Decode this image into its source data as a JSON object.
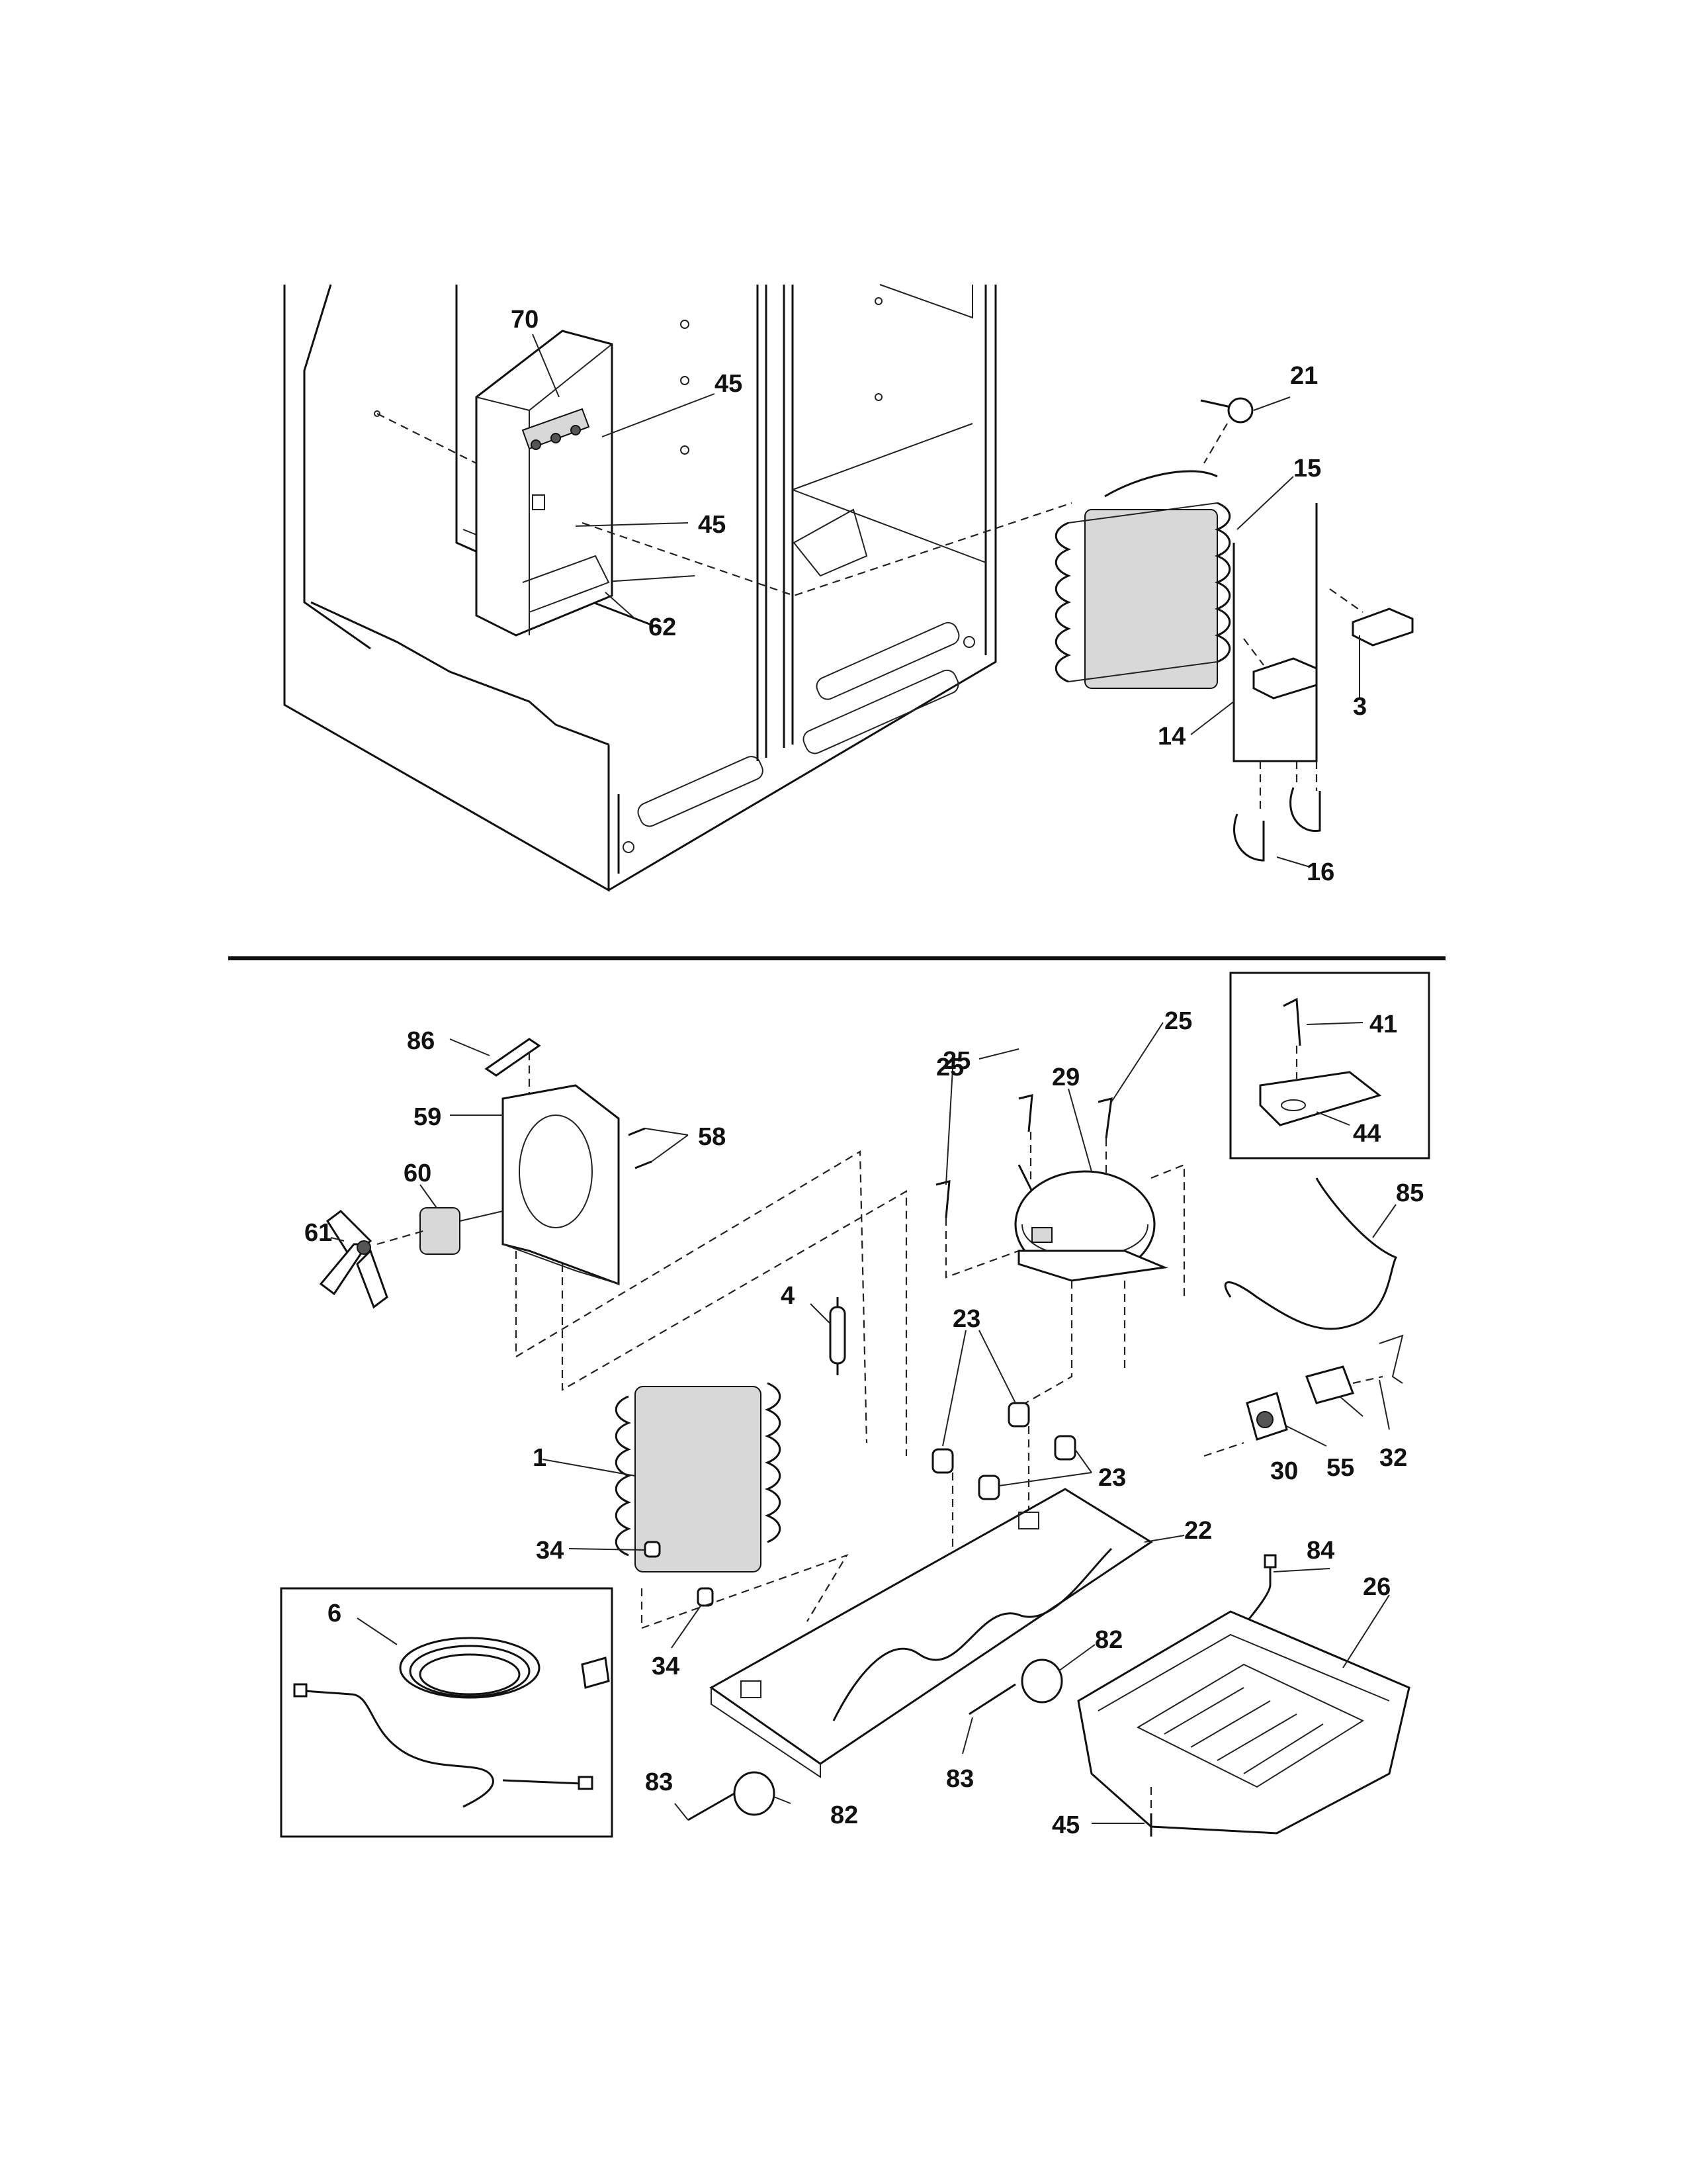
{
  "colors": {
    "ink": "#111111",
    "paper": "#ffffff"
  },
  "callouts": [
    {
      "text": "70"
    },
    {
      "text": "45"
    },
    {
      "text": "45"
    },
    {
      "text": "62"
    },
    {
      "text": "21"
    },
    {
      "text": "15"
    },
    {
      "text": "3"
    },
    {
      "text": "14"
    },
    {
      "text": "16"
    },
    {
      "text": "86"
    },
    {
      "text": "59"
    },
    {
      "text": "58"
    },
    {
      "text": "60"
    },
    {
      "text": "61"
    },
    {
      "text": "25"
    },
    {
      "text": "25"
    },
    {
      "text": "25"
    },
    {
      "text": "29"
    },
    {
      "text": "41"
    },
    {
      "text": "44"
    },
    {
      "text": "85"
    },
    {
      "text": "4"
    },
    {
      "text": "23"
    },
    {
      "text": "23"
    },
    {
      "text": "1"
    },
    {
      "text": "34"
    },
    {
      "text": "34"
    },
    {
      "text": "30"
    },
    {
      "text": "55"
    },
    {
      "text": "32"
    },
    {
      "text": "22"
    },
    {
      "text": "6"
    },
    {
      "text": "84"
    },
    {
      "text": "26"
    },
    {
      "text": "82"
    },
    {
      "text": "82"
    },
    {
      "text": "83"
    },
    {
      "text": "83"
    },
    {
      "text": "45"
    }
  ]
}
